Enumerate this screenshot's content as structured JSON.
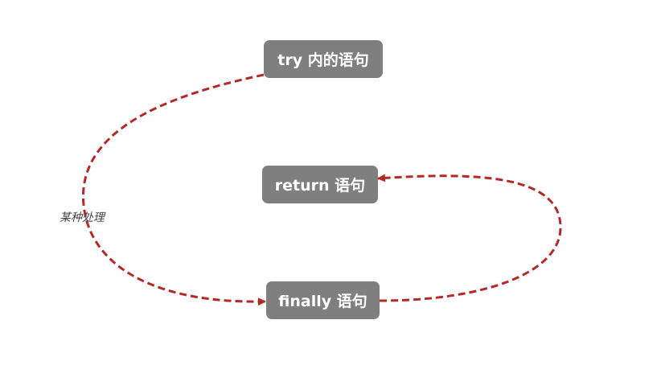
{
  "nodes": {
    "try": "try 内的语句",
    "return": "return 语句",
    "finally": "finally 语句"
  },
  "edges": {
    "try_to_finally_label": "某种处理"
  },
  "colors": {
    "node_fill": "#7f7f7f",
    "node_text": "#ffffff",
    "edge": "#b22a27",
    "label_text": "#444444",
    "background": "#ffffff"
  }
}
